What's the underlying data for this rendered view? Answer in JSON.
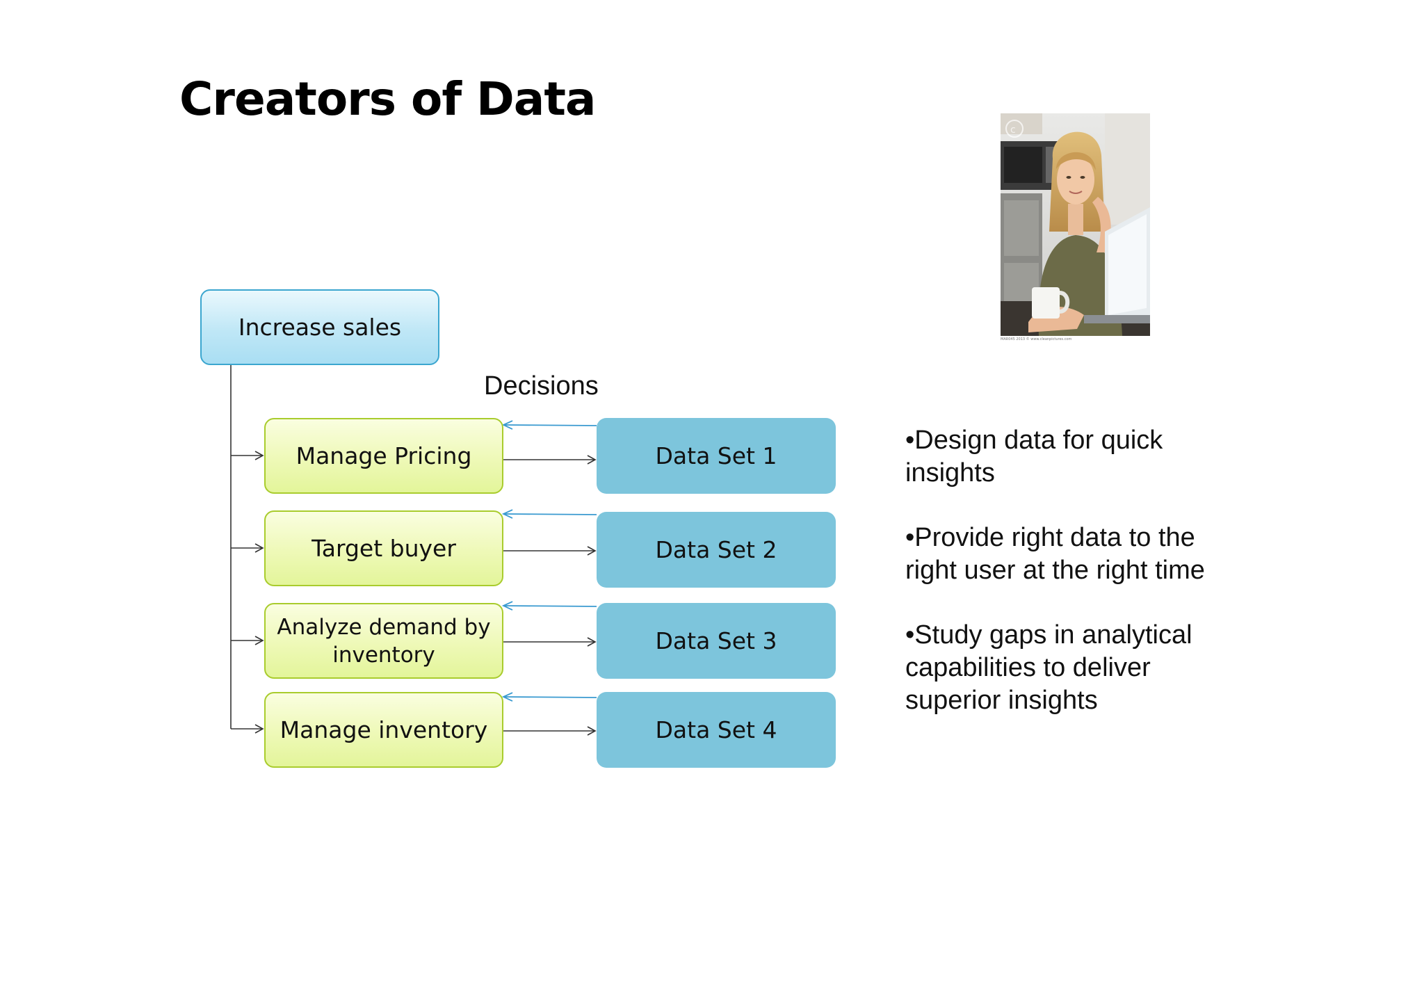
{
  "title": "Creators of Data",
  "diagram": {
    "root": "Increase sales",
    "decisions_label": "Decisions",
    "decisions": [
      "Manage Pricing",
      "Target buyer",
      "Analyze demand by inventory",
      "Manage inventory"
    ],
    "data_sets": [
      "Data Set 1",
      "Data Set 2",
      "Data Set 3",
      "Data Set 4"
    ]
  },
  "photo": {
    "caption": "MAR045 2013 © www.cleanpictures.com"
  },
  "bullets": [
    "•Design data for quick insights",
    "•Provide right data to the right user at the right time",
    "•Study gaps in analytical capabilities to deliver superior insights"
  ],
  "colors": {
    "root_fill": "#bfe7f6",
    "root_border": "#3ba6cf",
    "decision_fill": "#eef9b7",
    "decision_border": "#a9cc2d",
    "data_fill": "#7dc5dc",
    "feedback_arrow": "#3a9ad0"
  }
}
